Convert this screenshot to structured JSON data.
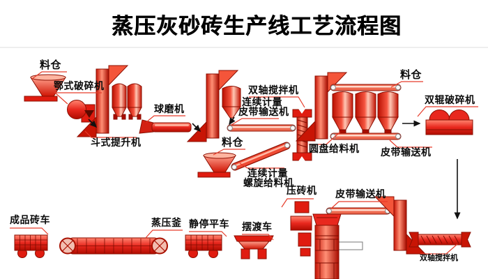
{
  "title": "蒸压灰砂砖生产线工艺流程图",
  "palette": {
    "machine_red": "#e8281e",
    "machine_dark_red": "#8c0f02",
    "machine_highlight": "#ffc7b4",
    "callout_red": "#e63c2a",
    "arrow_black": "#111111",
    "text_black": "#000000",
    "background": "#ffffff"
  },
  "stations": {
    "raw_silo": "料仓",
    "jaw_crusher": "鄂式破碎机",
    "bucket_elevator": "斗式提升机",
    "ball_mill": "球磨机",
    "twin_shaft_mixer": "双轴搅拌机",
    "metering_belt": [
      "连续计量",
      "皮带输送机"
    ],
    "mid_silo": "料仓",
    "metering_screw": [
      "连续计量",
      "螺旋给料机"
    ],
    "disc_feeder": "圆盘给料机",
    "curing_silo": "料仓",
    "double_roll_crusher": "双辊破碎机",
    "silo_belt_conveyor": "皮带输送机",
    "brick_press": "压砖机",
    "press_belt_conveyor": "皮带输送机",
    "finished_brick_cart": "成品砖车",
    "autoclave": "蒸压釜",
    "static_curing_car": "静停平车",
    "ferry_car": "摆渡车",
    "bottom_twin_shaft_mixer": "双轴搅拌机"
  }
}
